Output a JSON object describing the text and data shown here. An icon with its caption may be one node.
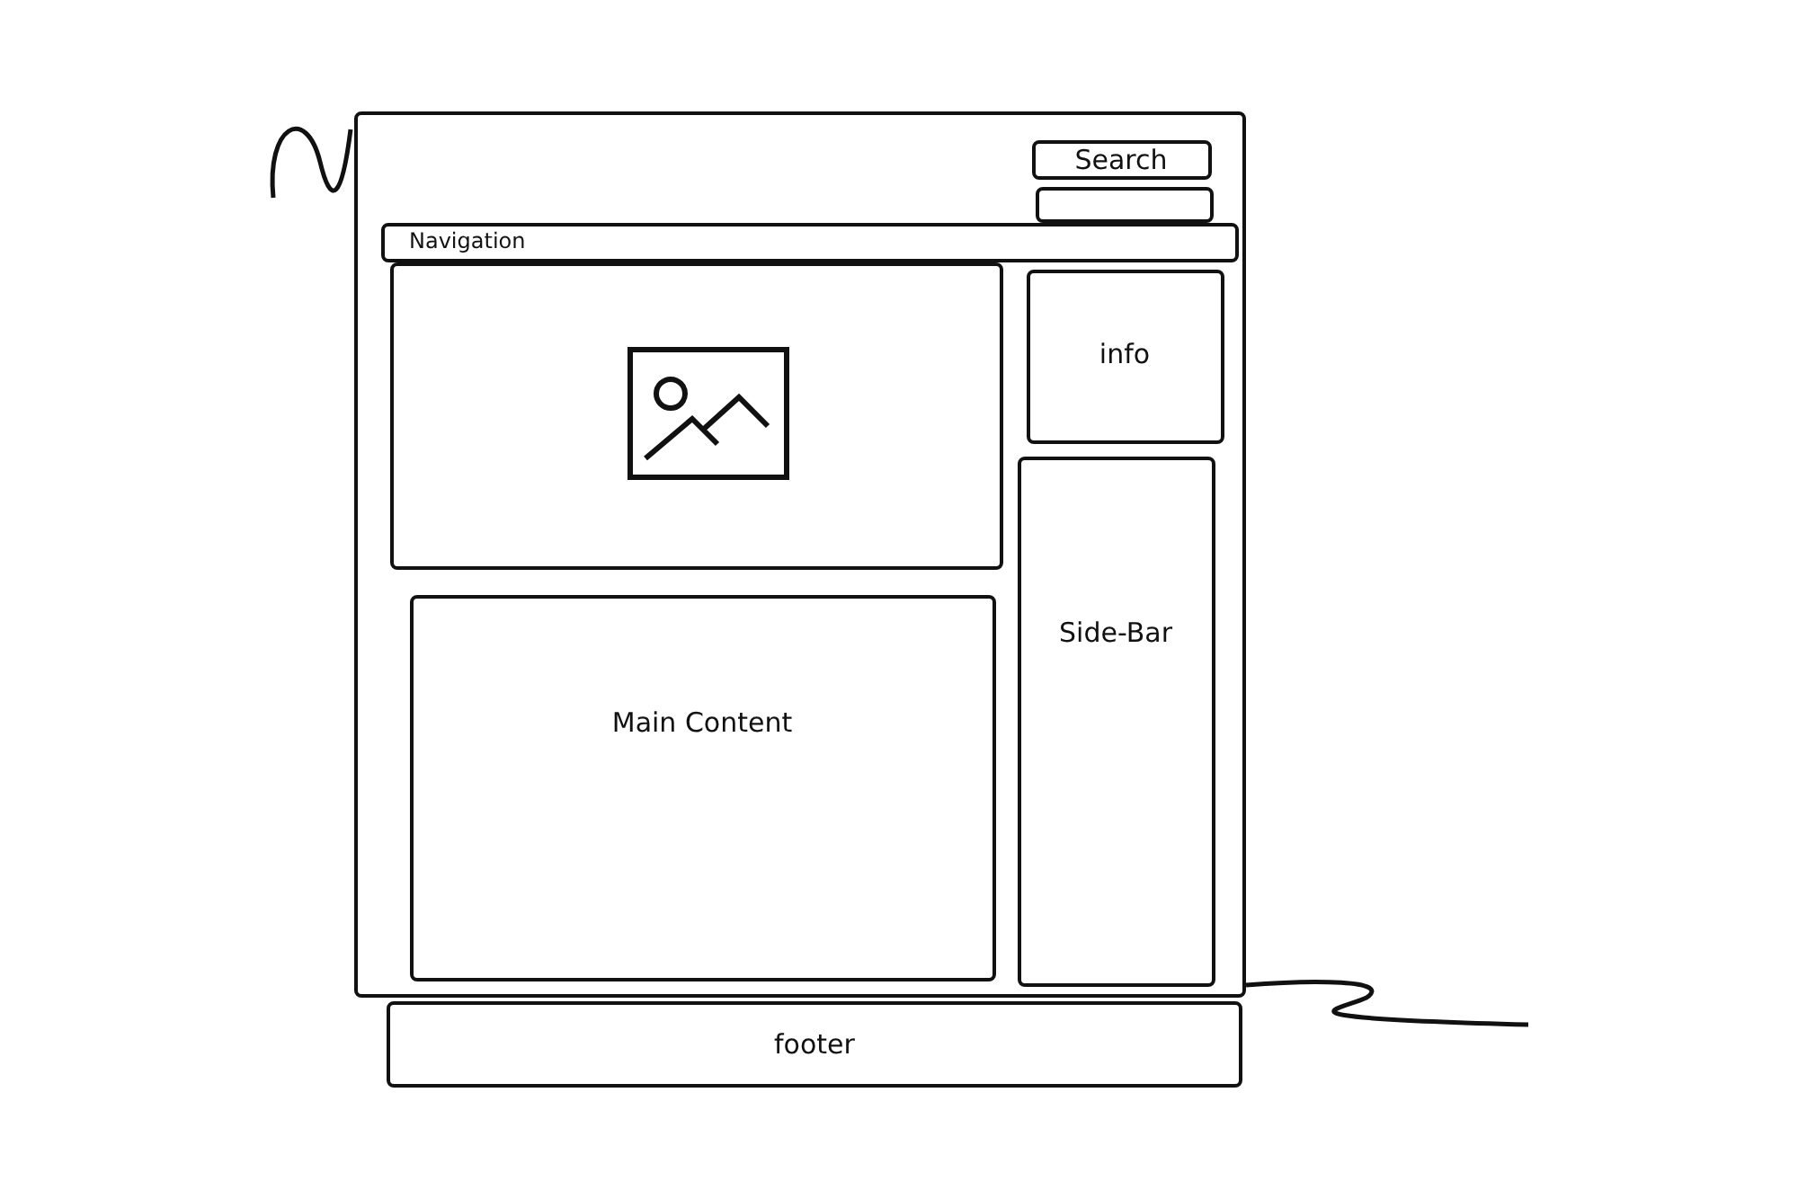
{
  "diagram": {
    "nodes": [
      {
        "text": [],
        "shape": "box"
      },
      {
        "text": [
          "Search"
        ],
        "in": 0
      },
      {
        "text": [],
        "shape": "box",
        "in": 0
      },
      {
        "text": [
          "Navigation"
        ],
        "in": 0
      },
      {
        "text": [],
        "shape": "box",
        "in": 0
      },
      {
        "text": [
          "info"
        ],
        "in": 0
      },
      {
        "text": [
          "Main Content"
        ],
        "in": 0
      },
      {
        "text": [
          "Side-Bar"
        ],
        "in": 0
      },
      {
        "text": [
          "footer"
        ]
      }
    ]
  }
}
